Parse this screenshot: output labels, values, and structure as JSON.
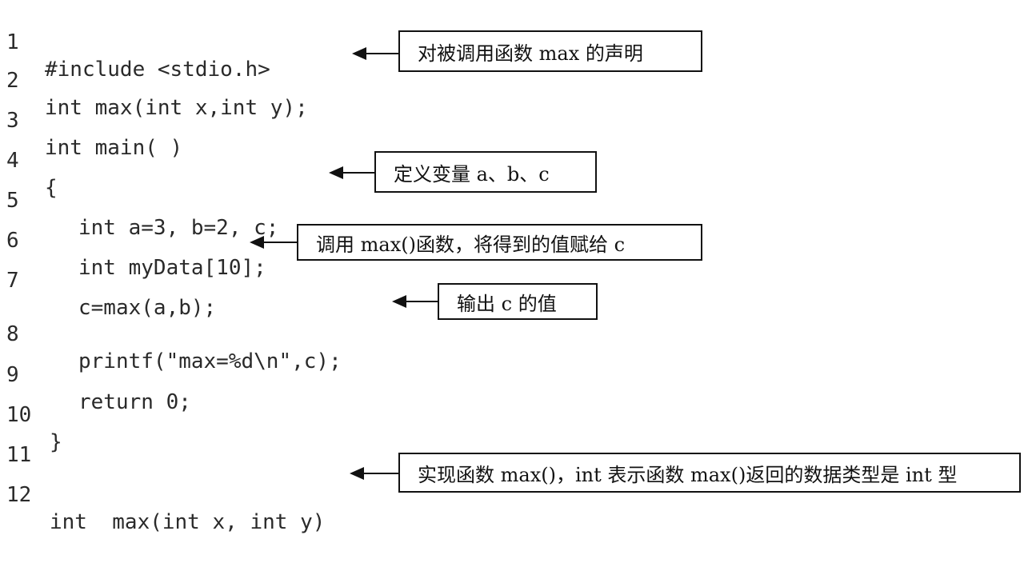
{
  "code_lines": [
    {
      "num": "1",
      "text": "#include <stdio.h>"
    },
    {
      "num": "2",
      "text": "int max(int x,int y);"
    },
    {
      "num": "3",
      "text": "int main( )"
    },
    {
      "num": "4",
      "text": "{"
    },
    {
      "num": "5",
      "text": "int a=3, b=2, c;"
    },
    {
      "num": "6",
      "text": "int myData[10];"
    },
    {
      "num": "7",
      "text": "c=max(a,b);"
    },
    {
      "num": "8",
      "text": "printf(\"max=%d\\n\",c);"
    },
    {
      "num": "9",
      "text": "return 0;"
    },
    {
      "num": "10",
      "text": "}"
    },
    {
      "num": "11",
      "text": ""
    },
    {
      "num": "12",
      "text": "int  max(int x, int y)"
    }
  ],
  "callouts": {
    "declaration": "对被调用函数 max 的声明",
    "variables": "定义变量 a、b、c",
    "call": "调用 max()函数，将得到的值赋给 c",
    "output": "输出 c 的值",
    "definition": "实现函数 max()，int 表示函数 max()返回的数据类型是 int 型"
  }
}
